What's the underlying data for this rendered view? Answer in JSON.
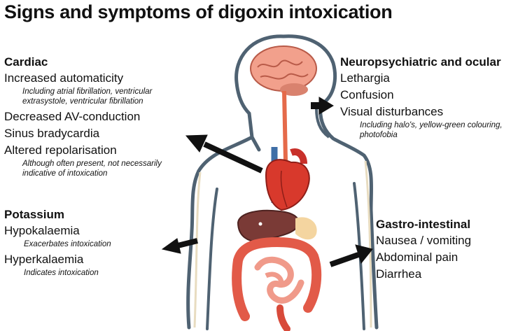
{
  "title": "Signs and symptoms of digoxin intoxication",
  "cardiac": {
    "heading": "Cardiac",
    "items": [
      {
        "label": "Increased automaticity",
        "note": "Including atrial fibrillation, ventricular extrasystole, ventricular fibrillation"
      },
      {
        "label": "Decreased AV-conduction",
        "note": ""
      },
      {
        "label": "Sinus bradycardia",
        "note": ""
      },
      {
        "label": "Altered repolarisation",
        "note": "Although often present, not necessarily indicative of intoxication"
      }
    ]
  },
  "neuro": {
    "heading": "Neuropsychiatric and ocular",
    "items": [
      {
        "label": "Lethargia",
        "note": ""
      },
      {
        "label": "Confusion",
        "note": ""
      },
      {
        "label": "Visual disturbances",
        "note": "Including halo's, yellow-green colouring, photofobia"
      }
    ]
  },
  "potassium": {
    "heading": "Potassium",
    "items": [
      {
        "label": "Hypokalaemia",
        "note": "Exacerbates intoxication"
      },
      {
        "label": "Hyperkalaemia",
        "note": "Indicates intoxication"
      }
    ]
  },
  "gastro": {
    "heading": "Gastro-intestinal",
    "items": [
      {
        "label": "Nausea / vomiting",
        "note": ""
      },
      {
        "label": "Abdominal pain",
        "note": ""
      },
      {
        "label": "Diarrhea",
        "note": ""
      }
    ]
  },
  "colors": {
    "body_outline": "#4f6272",
    "body_inner": "#e8dcc0",
    "brain": "#f2a08c",
    "spinal_cord": "#e56a4a",
    "heart": "#d8392c",
    "aorta": "#c8302a",
    "vein": "#3f6fa6",
    "liver": "#7a3a36",
    "stomach": "#f4d5a0",
    "intestine": "#e25a48",
    "small_intestine": "#f09a8a",
    "arrow": "#111111"
  },
  "icons": [
    "human-body-illustration",
    "brain-icon",
    "heart-icon",
    "liver-icon",
    "intestines-icon",
    "arrow-icon"
  ]
}
